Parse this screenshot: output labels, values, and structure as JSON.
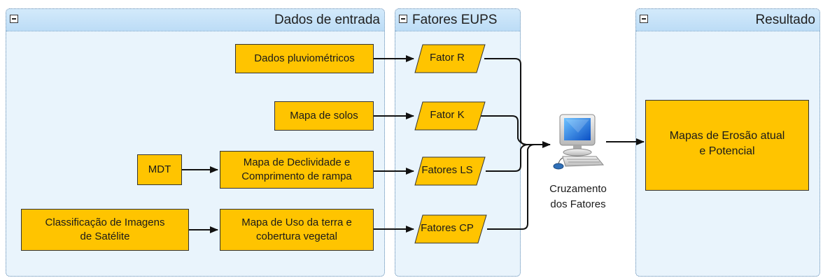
{
  "lanes": {
    "input": "Dados de entrada",
    "factors": "Fatores EUPS",
    "result": "Resultado"
  },
  "inputs": {
    "rain": "Dados pluviométricos",
    "soil": "Mapa de solos",
    "mdt": "MDT",
    "slope_l1": "Mapa de Declividade e",
    "slope_l2": "Comprimento de rampa",
    "classif_l1": "Classificação de Imagens",
    "classif_l2": "de Satélite",
    "landuse_l1": "Mapa de Uso da terra e",
    "landuse_l2": "cobertura vegetal"
  },
  "factors": {
    "r": "Fator R",
    "k": "Fator K",
    "ls": "Fatores LS",
    "cp": "Fatores CP"
  },
  "crossing": {
    "l1": "Cruzamento",
    "l2": "dos Fatores",
    "icon": "computer-icon"
  },
  "result": {
    "l1": "Mapas de Erosão atual",
    "l2": "e Potencial"
  },
  "colors": {
    "box_fill": "#ffc400",
    "lane_fill": "#e9f4fc",
    "lane_header": "#c6e2f8"
  }
}
